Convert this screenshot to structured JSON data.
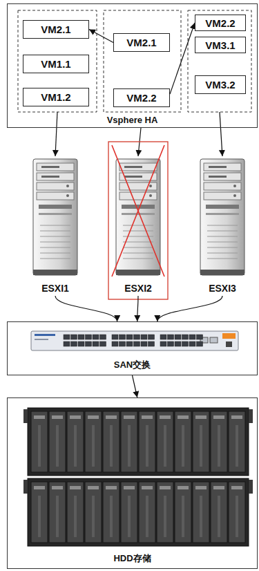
{
  "diagram": {
    "nodes": [
      {
        "text": [
          "Vsphere HA"
        ]
      },
      {
        "text": [
          "VM2.1"
        ],
        "in": 0
      },
      {
        "text": [
          "VM1.1"
        ],
        "in": 0
      },
      {
        "text": [
          "VM1.2"
        ],
        "in": 0
      },
      {
        "text": [
          "VM2.1"
        ],
        "in": 0
      },
      {
        "text": [
          "VM2.2"
        ],
        "in": 0
      },
      {
        "text": [
          "VM2.2"
        ],
        "in": 0
      },
      {
        "text": [
          "VM3.1"
        ],
        "in": 0
      },
      {
        "text": [
          "VM3.2"
        ],
        "in": 0
      },
      {
        "text": [
          "ESXI1"
        ]
      },
      {
        "text": [
          "ESXI2"
        ]
      },
      {
        "text": [
          "ESXI3"
        ]
      },
      {
        "text": [
          "SAN交换"
        ]
      },
      {
        "text": [
          "HDD存储"
        ]
      }
    ],
    "edges": [
      {
        "from": 4,
        "to": 1,
        "arrow": "to"
      },
      {
        "from": 5,
        "to": 6,
        "arrow": "to"
      },
      {
        "from": 9,
        "to": 12,
        "arrow": "to"
      },
      {
        "from": 10,
        "to": 12,
        "arrow": "to"
      },
      {
        "from": 11,
        "to": 12,
        "arrow": "to"
      },
      {
        "from": 12,
        "to": 13,
        "arrow": "to"
      }
    ]
  }
}
